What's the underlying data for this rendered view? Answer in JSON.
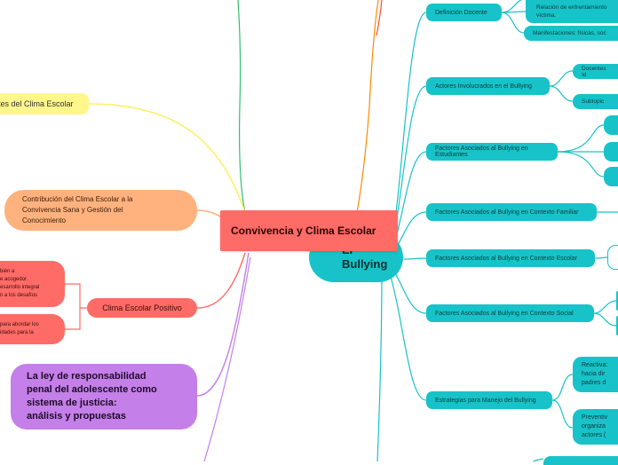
{
  "central": {
    "title": "Convivencia y Clima Escolar"
  },
  "right_hub": {
    "title_line1": "El",
    "title_line2": "Bullying"
  },
  "right_branches": [
    {
      "label": "Definición Docente"
    },
    {
      "label": "Actores Involucrados en el Bullying"
    },
    {
      "label": "Factores Asociados al Bullying en Estudiantes"
    },
    {
      "label": "Factores Asociados al Bullying en Contexto Familiar"
    },
    {
      "label": "Factores Asociados al Bullying en Contexto Escolar"
    },
    {
      "label": "Factores Asociados al Bullying en Contexto Social"
    },
    {
      "label": "Estrategias para Manejo del Bullying"
    }
  ],
  "right_leaves": {
    "relacion_line1": "Relación de enfrentamiento",
    "relacion_line2": "víctima.",
    "manifestaciones": "Manifestaciones: físicas, soc",
    "docentes": "Docentes Id",
    "subtopic": "Subtopic",
    "reactiva_line1": "Reactiva:",
    "reactiva_line2": "hacia dir",
    "reactiva_line3": "padres d",
    "preventiva_line1": "Preventiv",
    "preventiva_line2": "organiza",
    "preventiva_line3": "actores ("
  },
  "left_branches": {
    "clima_yellow": "tes del Clima Escolar",
    "contribucion_line1": "Contribución del Clima Escolar a la",
    "contribucion_line2": "Convivencia Sana y Gestión del",
    "contribucion_line3": "Conocimiento",
    "clima_positivo": "Clima Escolar Positivo",
    "ley_line1": "La ley de responsabilidad",
    "ley_line2": "penal del adolescente como",
    "ley_line3": "sistema de justicia:",
    "ley_line4": "análisis y propuestas"
  },
  "left_leaves": {
    "leaf1_line1": "bién a",
    "leaf1_line2": "e acogedor.",
    "leaf1_line3": "esarrollo integral",
    "leaf1_line4": "n a los desafíos",
    "leaf2_line1": "para abordar los",
    "leaf2_line2": "idades para la"
  },
  "colors": {
    "teal": "#17c3c8",
    "salmon": "#ff6b66",
    "peach": "#ffb27e",
    "yellow": "#fff68c",
    "purple": "#c47fe8",
    "green_link": "#2fbf71",
    "orange_link": "#ff8a00"
  }
}
